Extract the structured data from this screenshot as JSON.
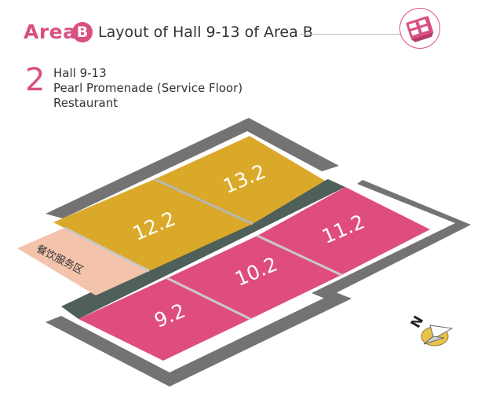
{
  "header": {
    "area_word": "Area",
    "area_letter": "B",
    "title": "Layout of Hall 9-13 of Area B"
  },
  "section": {
    "number": "2",
    "lines": [
      "Hall 9-13",
      "Pearl Promenade (Service Floor)",
      "Restaurant"
    ]
  },
  "halls": {
    "hall_13": "13.2",
    "hall_12": "12.2",
    "hall_11": "11.2",
    "hall_10": "10.2",
    "hall_9": "9.2",
    "restaurant": "餐饮服务区"
  },
  "compass": {
    "north_label": "N"
  },
  "colors": {
    "accent_pink": "#d94f82",
    "hall_gold": "#dba92a",
    "hall_pink": "#df4d7f",
    "restaurant_peach": "#f3c3ab",
    "corridor": "#4f5f5a",
    "base_gray": "#737373"
  },
  "icons": {
    "badge": "map-badge-icon",
    "compass": "compass-icon"
  }
}
